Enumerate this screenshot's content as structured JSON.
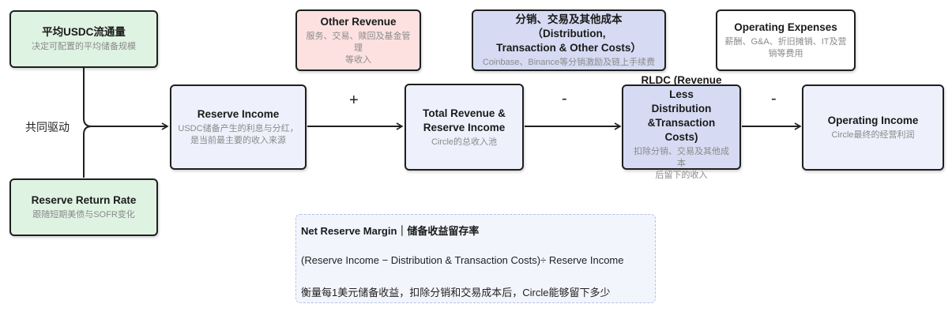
{
  "drivers": {
    "avg_usdc": {
      "title": "平均USDC流通量",
      "sub": "决定可配置的平均储备规模"
    },
    "reserve_return": {
      "title": "Reserve Return Rate",
      "sub": "跟随短期美债与SOFR变化"
    },
    "joint_label": "共同驱动"
  },
  "reserve_income": {
    "title": "Reserve Income",
    "sub1": "USDC储备产生的利息与分红，",
    "sub2": "是当前最主要的收入来源"
  },
  "other_revenue": {
    "title": "Other Revenue",
    "sub1": "服务、交易、赎回及基金管理",
    "sub2": "等收入"
  },
  "total_revenue": {
    "title1": "Total Revenue &",
    "title2": "Reserve Income",
    "sub": "Circle的总收入池"
  },
  "distribution_costs": {
    "title1": "分销、交易及其他成本（Distribution,",
    "title2": "Transaction & Other Costs）",
    "sub": "Coinbase、Binance等分销激励及链上手续费"
  },
  "rldc": {
    "title1": "RLDC (Revenue Less",
    "title2": "Distribution",
    "title3": "&Transaction Costs)",
    "sub1": "扣除分销、交易及其他成本",
    "sub2": "后留下的收入"
  },
  "operating_expenses": {
    "title": "Operating Expenses",
    "sub1": "薪酬、G&A、折旧摊销、IT及营",
    "sub2": "销等费用"
  },
  "operating_income": {
    "title": "Operating Income",
    "sub": "Circle最终的经营利润"
  },
  "operators": {
    "plus": "+",
    "minus1": "-",
    "minus2": "-"
  },
  "net_reserve_margin": {
    "title": "Net Reserve Margin｜储备收益留存率",
    "formula": "(Reserve Income − Distribution & Transaction Costs)÷ Reserve Income",
    "desc": "衡量每1美元储备收益，扣除分销和交易成本后，Circle能够留下多少"
  },
  "colors": {
    "green": "#dff3e3",
    "lavender": "#eef1fb",
    "blue": "#d6dbf3",
    "pink": "#fde1e1",
    "border": "#1f1f1f"
  }
}
